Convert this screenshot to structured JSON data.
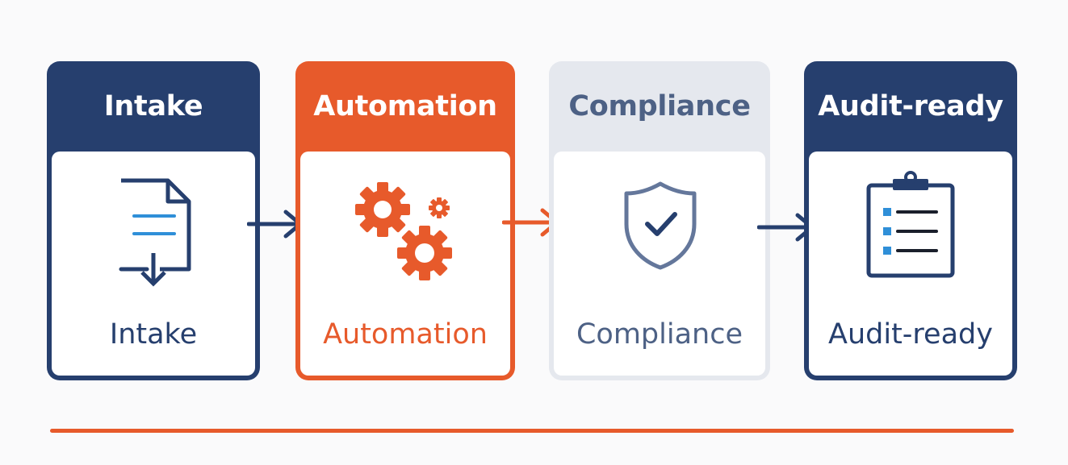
{
  "colors": {
    "navy": "#263f6e",
    "orange": "#e75a2b",
    "light_gray": "#e5e8ee",
    "gray_text": "#4d6185",
    "slate_icon": "#64779b",
    "bullet_blue": "#2f8fd8",
    "background": "#fafafb"
  },
  "steps": [
    {
      "header": "Intake",
      "label": "Intake",
      "icon": "document-download-icon",
      "theme": "navy"
    },
    {
      "header": "Automation",
      "label": "Automation",
      "icon": "gears-icon",
      "theme": "orange"
    },
    {
      "header": "Compliance",
      "label": "Compliance",
      "icon": "shield-check-icon",
      "theme": "gray"
    },
    {
      "header": "Audit-ready",
      "label": "Audit-ready",
      "icon": "clipboard-checklist-icon",
      "theme": "navy"
    }
  ],
  "connectors": [
    {
      "icon": "arrow-right-icon",
      "color": "#263f6e"
    },
    {
      "icon": "arrow-right-icon",
      "color": "#e75a2b"
    },
    {
      "icon": "arrow-right-icon",
      "color": "#263f6e"
    }
  ]
}
